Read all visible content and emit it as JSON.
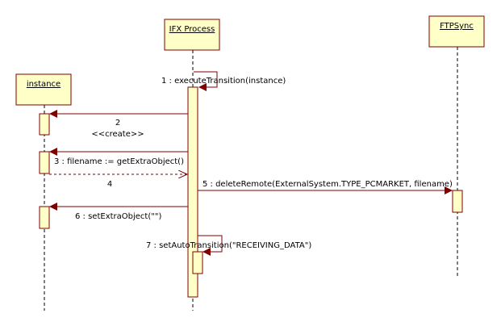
{
  "diagram": {
    "type": "UML sequence diagram",
    "colors": {
      "box_fill": "#ffffc8",
      "box_border": "#800000",
      "arrow": "#800000",
      "lifeline": "#000000",
      "text": "#000000"
    },
    "participants": [
      {
        "id": "instance",
        "name": "instance"
      },
      {
        "id": "ifx",
        "name": "IFX Process"
      },
      {
        "id": "ftp",
        "name": "FTPSync"
      }
    ],
    "messages": [
      {
        "num": "1",
        "label": "1 : executeTransition(instance)",
        "from": "ifx",
        "to": "ifx",
        "kind": "self-call"
      },
      {
        "num": "2",
        "label": "2",
        "stereotype": "<<create>>",
        "from": "ifx",
        "to": "instance",
        "kind": "call"
      },
      {
        "num": "3",
        "label": "3 : filename := getExtraObject()",
        "from": "ifx",
        "to": "instance",
        "kind": "call"
      },
      {
        "num": "4",
        "label": "4",
        "from": "instance",
        "to": "ifx",
        "kind": "return"
      },
      {
        "num": "5",
        "label": "5 : deleteRemote(ExternalSystem.TYPE_PCMARKET, filename)",
        "from": "ifx",
        "to": "ftp",
        "kind": "call"
      },
      {
        "num": "6",
        "label": "6 : setExtraObject(\"\")",
        "from": "ifx",
        "to": "instance",
        "kind": "call"
      },
      {
        "num": "7",
        "label": "7 : setAutoTransition(\"RECEIVING_DATA\")",
        "from": "ifx",
        "to": "ifx",
        "kind": "self-call"
      }
    ]
  }
}
